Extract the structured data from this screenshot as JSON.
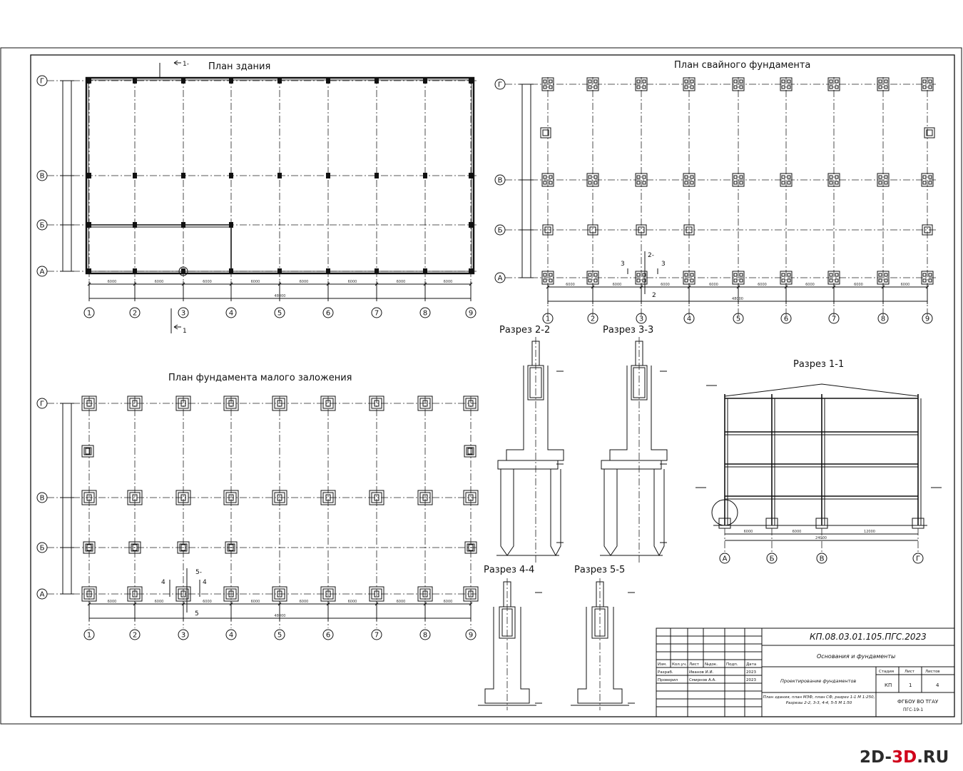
{
  "titles": {
    "building_plan": "План здания",
    "pile_plan": "План свайного фундамента",
    "shallow_plan": "План фундамента малого заложения",
    "sec22": "Разрез 2-2",
    "sec33": "Разрез 3-3",
    "sec11": "Разрез 1-1",
    "sec44": "Разрез 4-4",
    "sec55": "Разрез 5-5"
  },
  "axes": {
    "numbers": [
      "1",
      "2",
      "3",
      "4",
      "5",
      "6",
      "7",
      "8",
      "9"
    ],
    "letters": [
      "Г",
      "В",
      "Б",
      "А"
    ],
    "section_letters": [
      "А",
      "Б",
      "В",
      "Г"
    ]
  },
  "section_marks": {
    "p1_top": "1-",
    "p1_bottom": "1",
    "p2_top": "2-",
    "p2_bottom": "2",
    "p3_left": "3",
    "p3_right": "3",
    "p4_left": "4",
    "p4_right": "4",
    "p5_top": "5-",
    "p5_bottom": "5"
  },
  "dimensions": {
    "bays": [
      "6000",
      "6000",
      "6000",
      "6000",
      "6000",
      "6000",
      "6000",
      "6000"
    ],
    "total_length": "48000",
    "bays_pile": [
      "6000",
      "6000",
      "6000",
      "6000",
      "6000",
      "6000",
      "6000",
      "6000"
    ],
    "total_pile": "48000",
    "sec11_total": "24000",
    "sec11_spans": [
      "6000",
      "6000",
      "12000"
    ]
  },
  "titleblock": {
    "code": "КП.08.03.01.105.ПГС.2023",
    "subject": "Основания и фундаменты",
    "sheet_title": "Проектирование фундаментов",
    "drawing_content": "План здания, план МЗФ, план СФ, разрез 1-1 М 1:250, Разрезы 2-2, 3-3, 4-4, 5-5 М 1:50",
    "org_line1": "ФГБОУ ВО ТГАУ",
    "org_line2": "ПГС-19-1",
    "head_cols": [
      "Изм.",
      "Кол.уч.",
      "Лист",
      "№док.",
      "Подп.",
      "Дата"
    ],
    "rows": [
      {
        "role": "Разраб.",
        "name": "Иванов И.И.",
        "date": "2023"
      },
      {
        "role": "Проверил",
        "name": "Смирнов А.А.",
        "date": "2023"
      }
    ],
    "stage_label": "Стадия",
    "sheet_label": "Лист",
    "sheets_label": "Листов",
    "stage": "КП",
    "sheet": "1",
    "sheets": "4"
  },
  "watermark": {
    "part1": "2D-",
    "part2": "3D",
    "part3": ".RU",
    "color_dark": "#2b2b2b",
    "color_accent": "#d0021b"
  }
}
